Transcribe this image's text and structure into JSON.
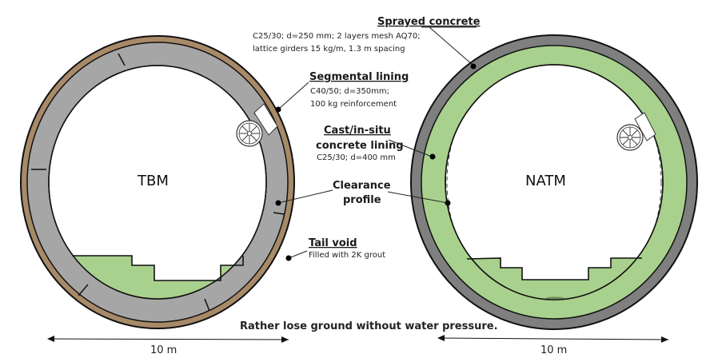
{
  "tbm": {
    "label": "TBM",
    "dimension": "10 m",
    "layers": [
      "Tail void",
      "Segmental lining",
      "Clearance profile"
    ]
  },
  "natm": {
    "label": "NATM",
    "dimension": "10 m",
    "layers": [
      "Sprayed concrete",
      "Cast/in-situ concrete lining",
      "Clearance profile"
    ]
  },
  "annotations": {
    "sprayed": {
      "title": "Sprayed concrete",
      "line1": "C25/30; d=250 mm; 2 layers mesh AQ70;",
      "line2": "lattice girders 15 kg/m, 1.3 m spacing"
    },
    "segmental": {
      "title": "Segmental lining",
      "line1": "C40/50; d=350mm;",
      "line2": "100 kg reinforcement"
    },
    "cast": {
      "title1": "Cast/in-situ",
      "title2": "concrete lining",
      "line1": "C25/30; d=400 mm"
    },
    "clearance": {
      "title1": "Clearance",
      "title2": "profile"
    },
    "tailvoid": {
      "title": "Tail void",
      "line1": "Filled with 2K grout"
    }
  },
  "caption": "Rather lose ground without water pressure.",
  "colors": {
    "tail_void": "#a88a68",
    "segment": "#a6a6a6",
    "sprayed": "#7f7f7f",
    "cast": "#a9d18e",
    "outline": "#111111"
  }
}
